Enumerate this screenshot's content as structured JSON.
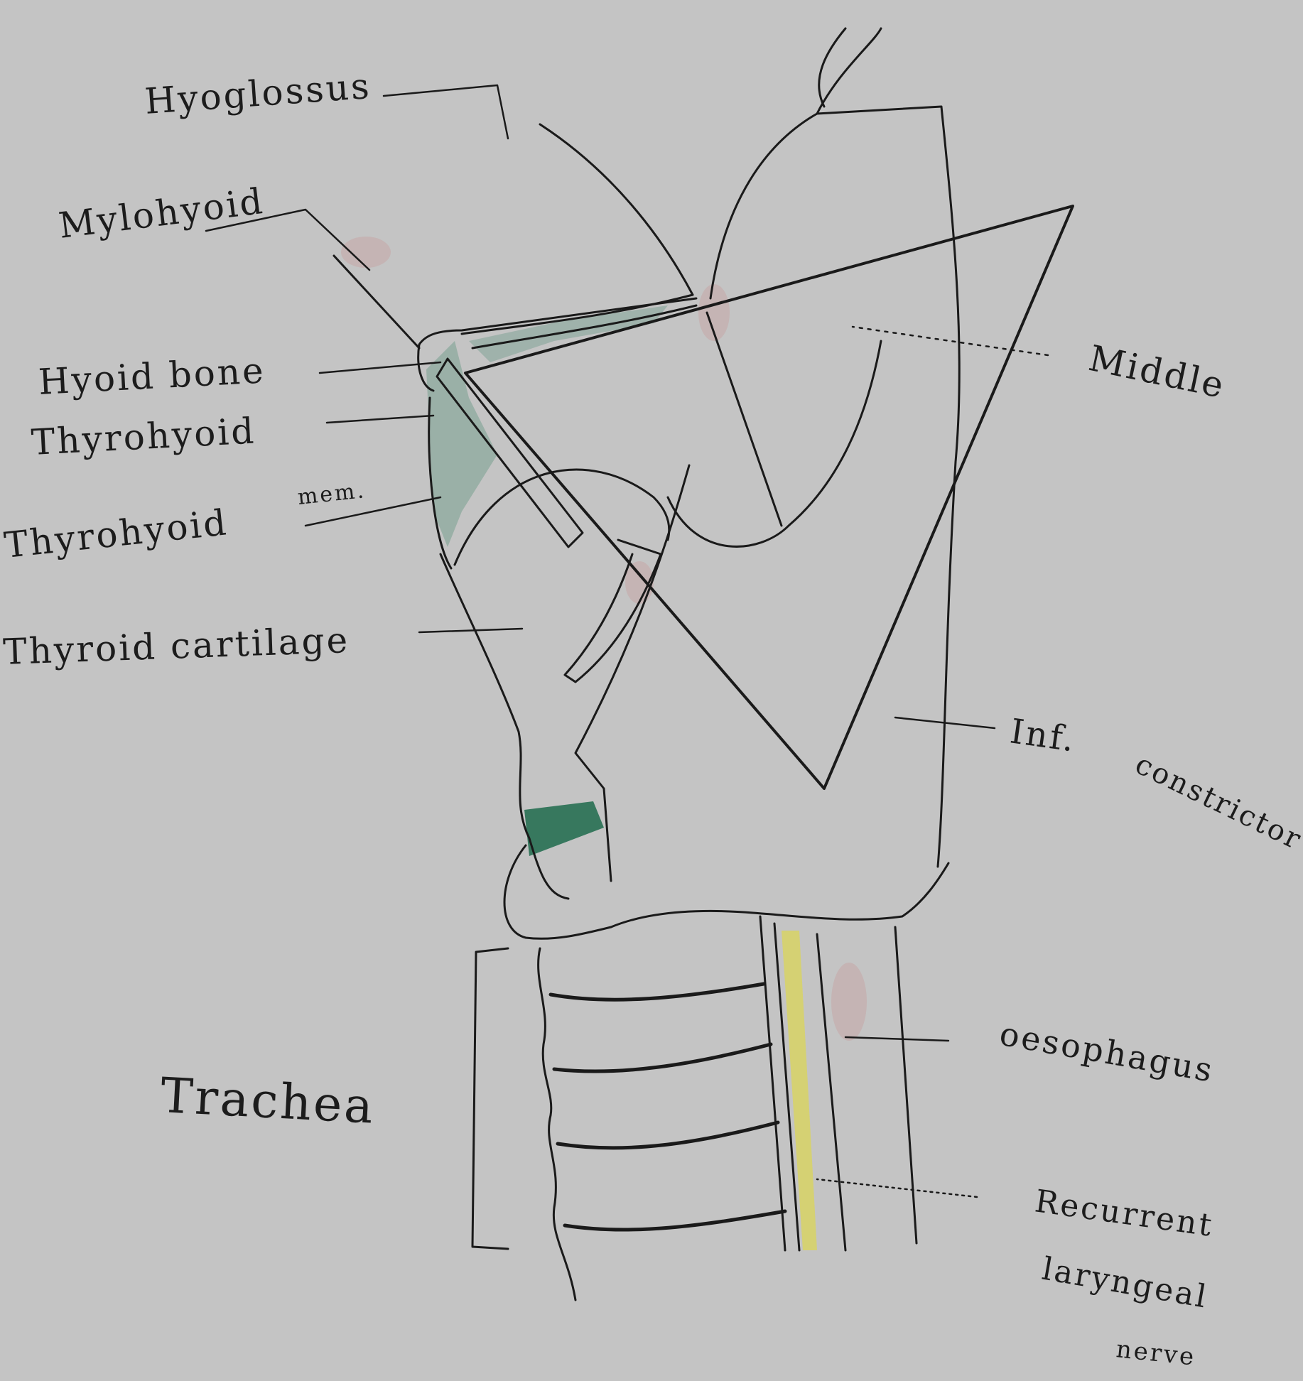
{
  "diagram": {
    "labels": {
      "hyoglossus": "Hyoglossus",
      "mylohyoid": "Mylohyoid",
      "hyoid_bone": "Hyoid bone",
      "thyrohyoid": "Thyrohyoid",
      "thyrohyoid_mem_a": "Thyrohyoid",
      "thyrohyoid_mem_b": "mem.",
      "thyroid_cartilage": "Thyroid cartilage",
      "middle": "Middle",
      "inf_constrictor_a": "Inf.",
      "inf_constrictor_b": "constrictor",
      "trachea": "Trachea",
      "oesophagus": "oesophagus",
      "recurrent_a": "Recurrent",
      "recurrent_b": "laryngeal",
      "recurrent_c": "nerve"
    },
    "colors": {
      "paper": "#c4c4c4",
      "ink": "#1a1a1a",
      "membrane_green": "#2f7d5e",
      "cricothyroid_green": "#1f6b4c",
      "nerve_yellow": "#d7d36a",
      "pink_tint": "#c89898"
    }
  }
}
